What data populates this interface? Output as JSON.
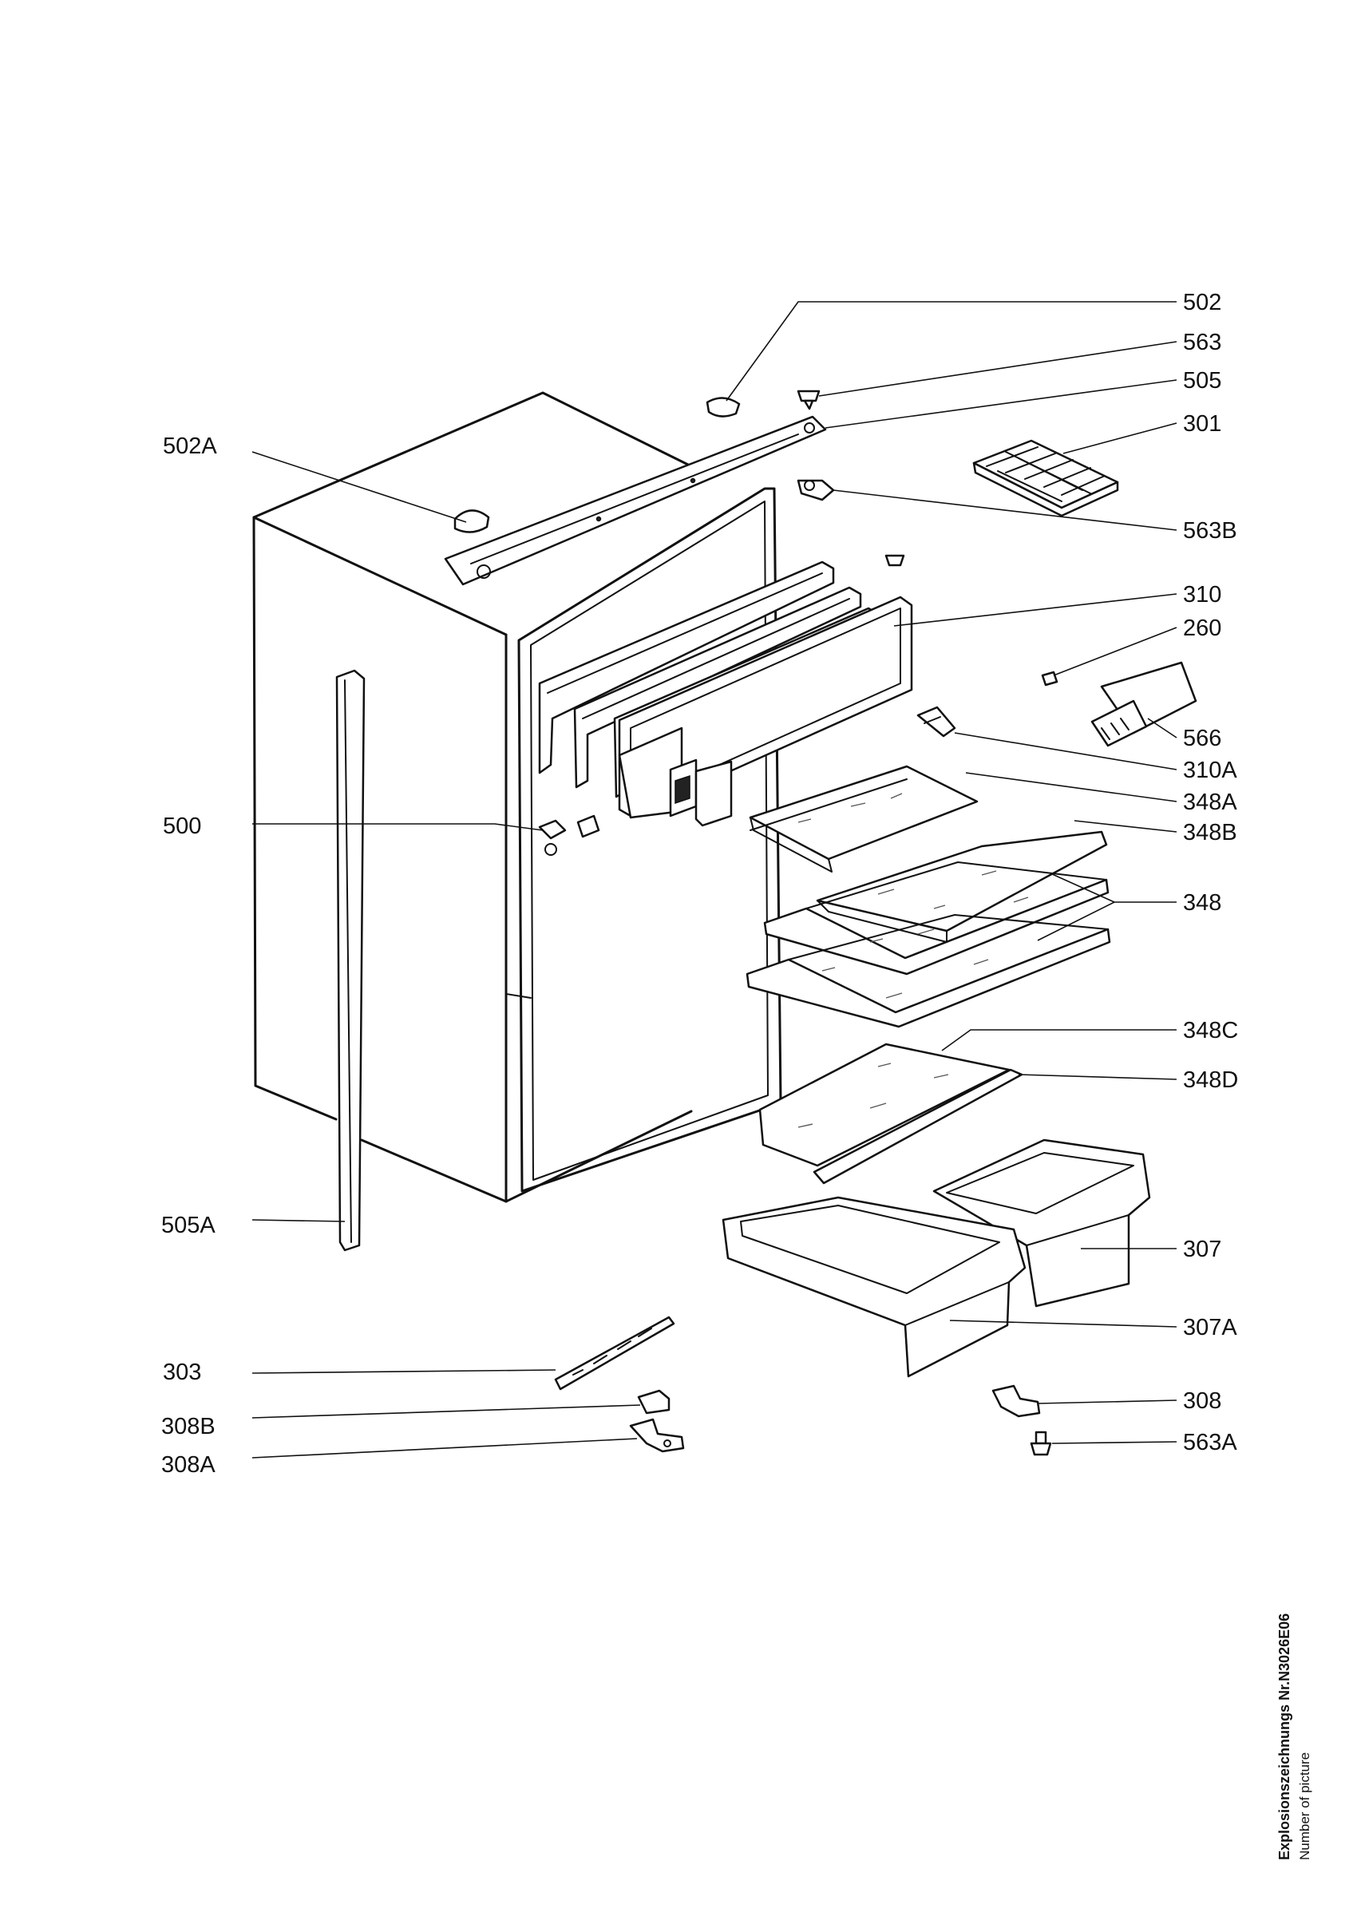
{
  "callouts": [
    {
      "id": "502",
      "side": "right"
    },
    {
      "id": "563",
      "side": "right"
    },
    {
      "id": "505",
      "side": "right"
    },
    {
      "id": "301",
      "side": "right"
    },
    {
      "id": "563B",
      "side": "right"
    },
    {
      "id": "310",
      "side": "right"
    },
    {
      "id": "260",
      "side": "right"
    },
    {
      "id": "566",
      "side": "right"
    },
    {
      "id": "310A",
      "side": "right"
    },
    {
      "id": "348A",
      "side": "right"
    },
    {
      "id": "348B",
      "side": "right"
    },
    {
      "id": "348",
      "side": "right"
    },
    {
      "id": "348C",
      "side": "right"
    },
    {
      "id": "348D",
      "side": "right"
    },
    {
      "id": "307",
      "side": "right"
    },
    {
      "id": "307A",
      "side": "right"
    },
    {
      "id": "308",
      "side": "right"
    },
    {
      "id": "563A",
      "side": "right"
    },
    {
      "id": "502A",
      "side": "left"
    },
    {
      "id": "500",
      "side": "left"
    },
    {
      "id": "505A",
      "side": "left"
    },
    {
      "id": "303",
      "side": "left"
    },
    {
      "id": "308B",
      "side": "left"
    },
    {
      "id": "308A",
      "side": "left"
    }
  ],
  "caption": {
    "title": "Explosionszeichnungs Nr.N3026E06",
    "subtitle": "Number of picture"
  }
}
